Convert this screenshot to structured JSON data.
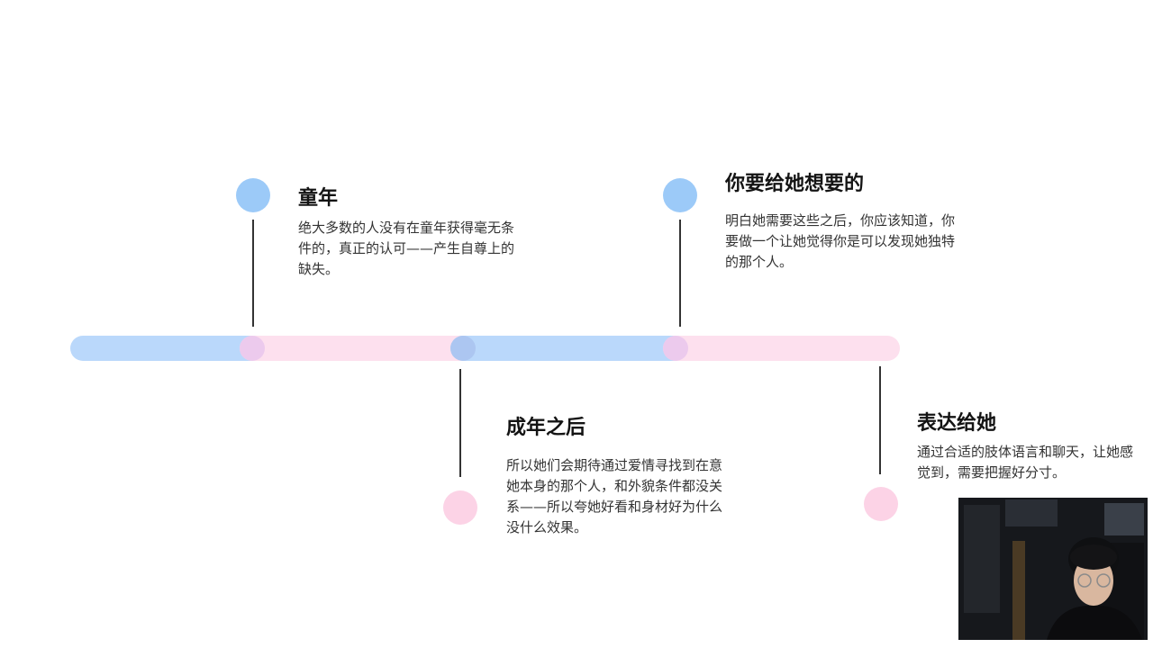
{
  "milestones": [
    {
      "title": "童年",
      "description": "绝大多数的人没有在童年获得毫无条件的，真正的认可——产生自尊上的缺失。"
    },
    {
      "title": "成年之后",
      "description": "所以她们会期待通过爱情寻找到在意她本身的那个人，和外貌条件都没关系——所以夸她好看和身材好为什么没什么效果。"
    },
    {
      "title": "你要给她想要的",
      "description": "明白她需要这些之后，你应该知道，你要做一个让她觉得你是可以发现她独特的那个人。"
    },
    {
      "title": "表达给她",
      "description": "通过合适的肢体语言和聊天，让她感觉到，需要把握好分寸。"
    }
  ],
  "colors": {
    "blue_bar": "#bad8fb",
    "pink_bar": "#fde0ee",
    "blue_dot": "#9ccaf8",
    "pink_dot": "#fcd3e6",
    "stem": "#333333"
  }
}
